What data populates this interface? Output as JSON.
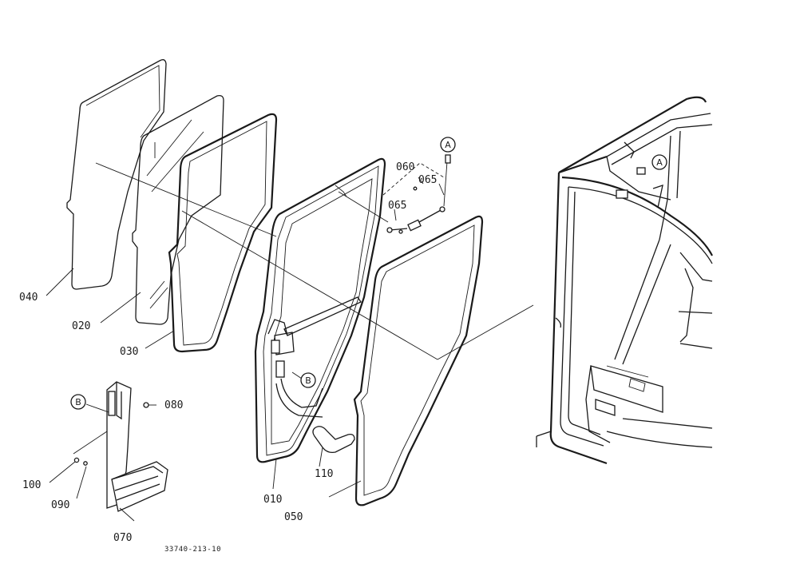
{
  "parts": [
    {
      "id": "p040",
      "label": "040"
    },
    {
      "id": "p020",
      "label": "020"
    },
    {
      "id": "p030",
      "label": "030"
    },
    {
      "id": "p010",
      "label": "010"
    },
    {
      "id": "p050",
      "label": "050"
    },
    {
      "id": "p110",
      "label": "110"
    },
    {
      "id": "p060",
      "label": "060"
    },
    {
      "id": "p065a",
      "label": "065"
    },
    {
      "id": "p065b",
      "label": "065"
    },
    {
      "id": "p080",
      "label": "080"
    },
    {
      "id": "p100",
      "label": "100"
    },
    {
      "id": "p090",
      "label": "090"
    },
    {
      "id": "p070",
      "label": "070"
    }
  ],
  "callouts": {
    "a1": "A",
    "a2": "A",
    "b1": "B",
    "b2": "B"
  },
  "drawing_number": "33740-213-10"
}
